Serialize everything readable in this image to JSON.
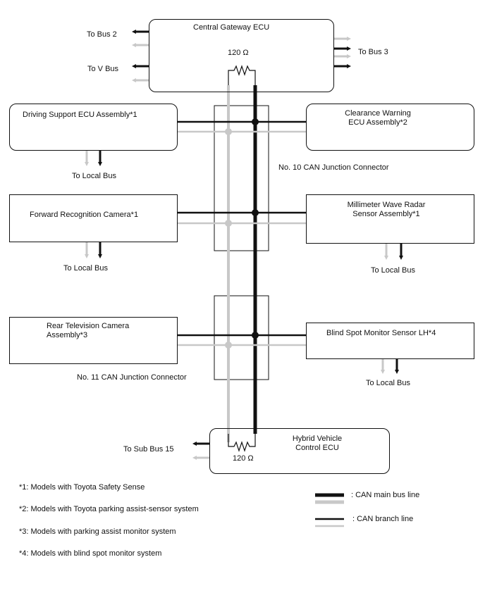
{
  "ecus": {
    "central_gateway": "Central Gateway ECU",
    "driving_support": "Driving Support ECU Assembly*1",
    "clearance_warning": "Clearance Warning\nECU Assembly*2",
    "forward_camera": "Forward Recognition Camera*1",
    "mmwave_radar": "Millimeter Wave Radar\nSensor Assembly*1",
    "rear_tv_camera": "Rear Television Camera\nAssembly*3",
    "blind_spot": "Blind Spot Monitor Sensor LH*4",
    "hybrid_vehicle": "Hybrid Vehicle\nControl ECU"
  },
  "buses": {
    "bus2": "To Bus 2",
    "vbus": "To V Bus",
    "bus3": "To Bus 3",
    "local_bus": "To Local Bus",
    "sub_bus15": "To Sub Bus 15"
  },
  "resistors": {
    "top": "120 Ω",
    "bottom": "120 Ω"
  },
  "connectors": {
    "jc10": "No. 10 CAN Junction Connector",
    "jc11": "No. 11 CAN Junction Connector"
  },
  "legend": {
    "main_bus": ": CAN main bus line",
    "branch": ": CAN branch line"
  },
  "footnotes": [
    "*1: Models with Toyota Safety Sense",
    "*2: Models with Toyota parking assist-sensor system",
    "*3: Models with parking assist monitor system",
    "*4: Models with blind spot monitor system"
  ],
  "colors": {
    "line_dark": "#111111",
    "line_gray": "#c8c8c8"
  }
}
